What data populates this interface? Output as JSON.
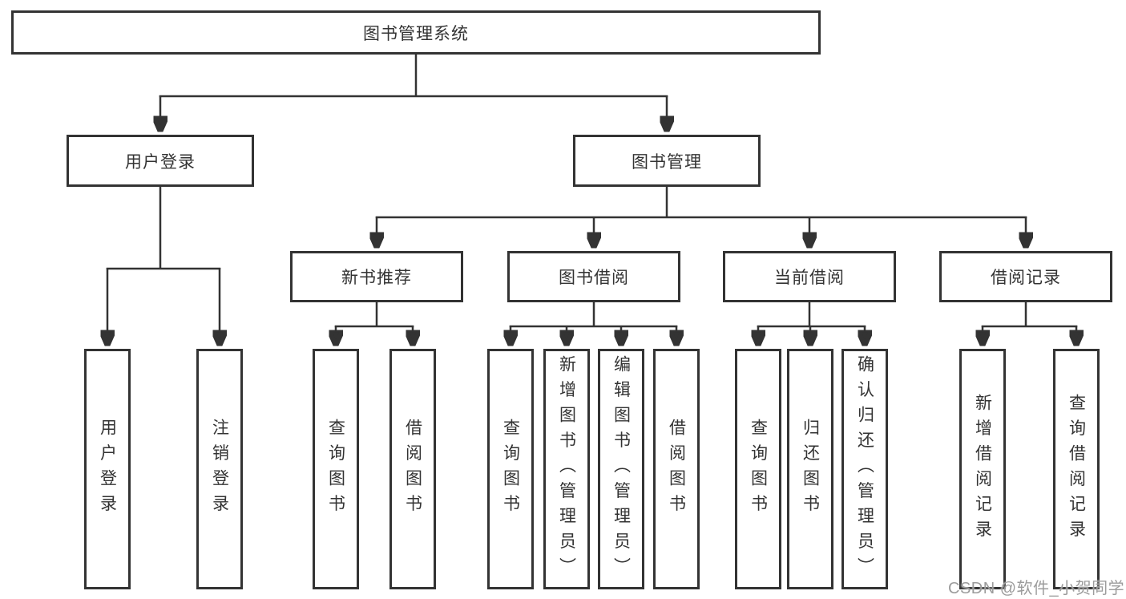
{
  "diagram": {
    "title": "图书管理系统",
    "branches": [
      {
        "label": "用户登录",
        "leaves": [
          "用户登录",
          "注销登录"
        ]
      },
      {
        "label": "图书管理",
        "sections": [
          {
            "label": "新书推荐",
            "leaves": [
              "查询图书",
              "借阅图书"
            ]
          },
          {
            "label": "图书借阅",
            "leaves": [
              "查询图书",
              "新增图书（管理员）",
              "编辑图书（管理员）",
              "借阅图书"
            ]
          },
          {
            "label": "当前借阅",
            "leaves": [
              "查询图书",
              "归还图书",
              "确认归还（管理员）"
            ]
          },
          {
            "label": "借阅记录",
            "leaves": [
              "新增借阅记录",
              "查询借阅记录"
            ]
          }
        ]
      }
    ]
  },
  "watermark": {
    "text": "CSDN @软件_小贺同学"
  },
  "colors": {
    "line": "#333333",
    "text": "#333333",
    "box-bg": "#ffffff",
    "page-bg": "#ffffff",
    "watermark": "#9c9c9c"
  }
}
